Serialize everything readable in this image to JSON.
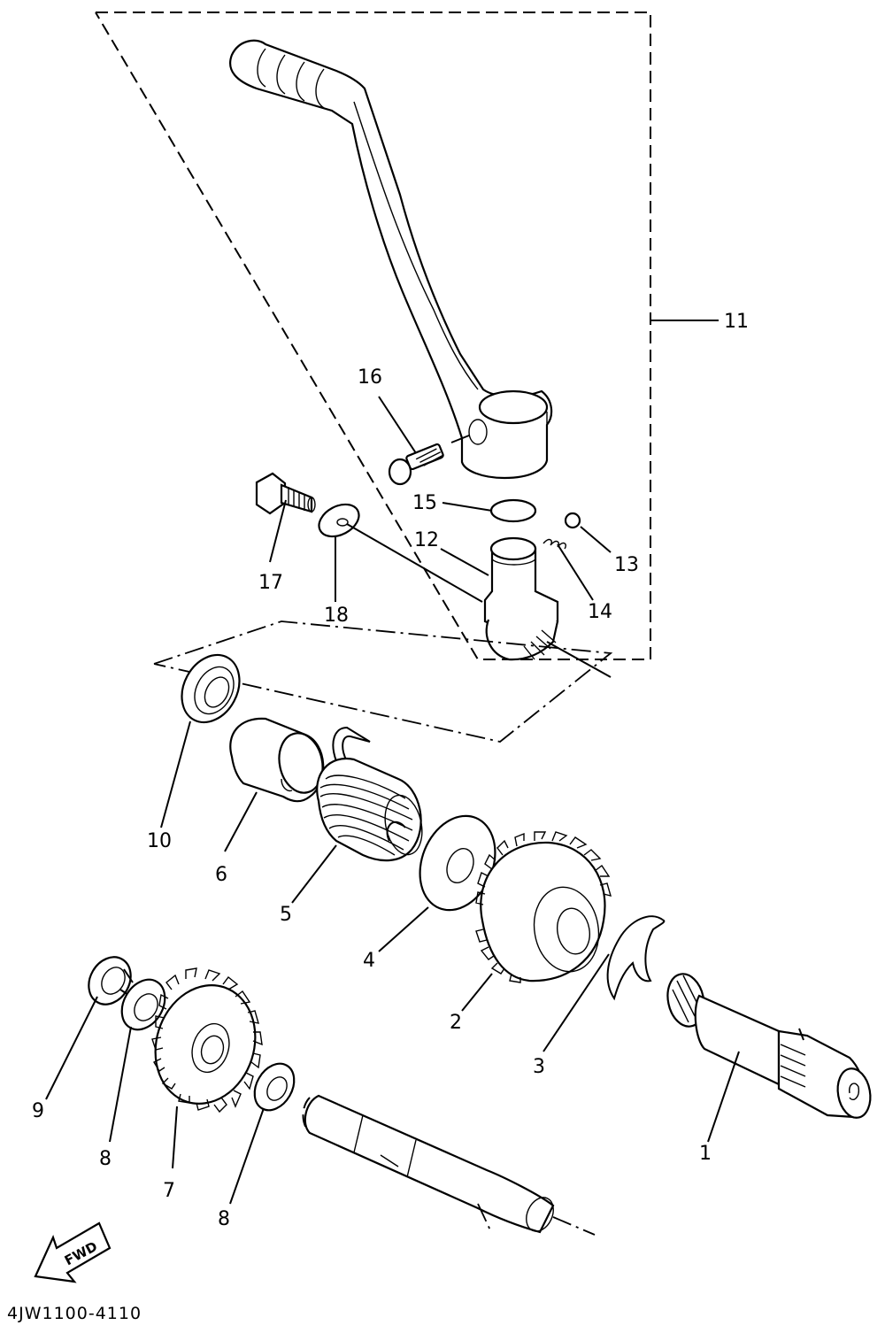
{
  "diagram": {
    "parts": [
      {
        "id": "p1",
        "label": "1"
      },
      {
        "id": "p2",
        "label": "2"
      },
      {
        "id": "p3",
        "label": "3"
      },
      {
        "id": "p4",
        "label": "4"
      },
      {
        "id": "p5",
        "label": "5"
      },
      {
        "id": "p6",
        "label": "6"
      },
      {
        "id": "p7",
        "label": "7"
      },
      {
        "id": "p8a",
        "label": "8"
      },
      {
        "id": "p8b",
        "label": "8"
      },
      {
        "id": "p9",
        "label": "9"
      },
      {
        "id": "p10",
        "label": "10"
      },
      {
        "id": "p11",
        "label": "11"
      },
      {
        "id": "p12",
        "label": "12"
      },
      {
        "id": "p13",
        "label": "13"
      },
      {
        "id": "p14",
        "label": "14"
      },
      {
        "id": "p15",
        "label": "15"
      },
      {
        "id": "p16",
        "label": "16"
      },
      {
        "id": "p17",
        "label": "17"
      },
      {
        "id": "p18",
        "label": "18"
      }
    ],
    "fwd_label": "FWD",
    "diagram_code": "4JW1100-4110"
  }
}
